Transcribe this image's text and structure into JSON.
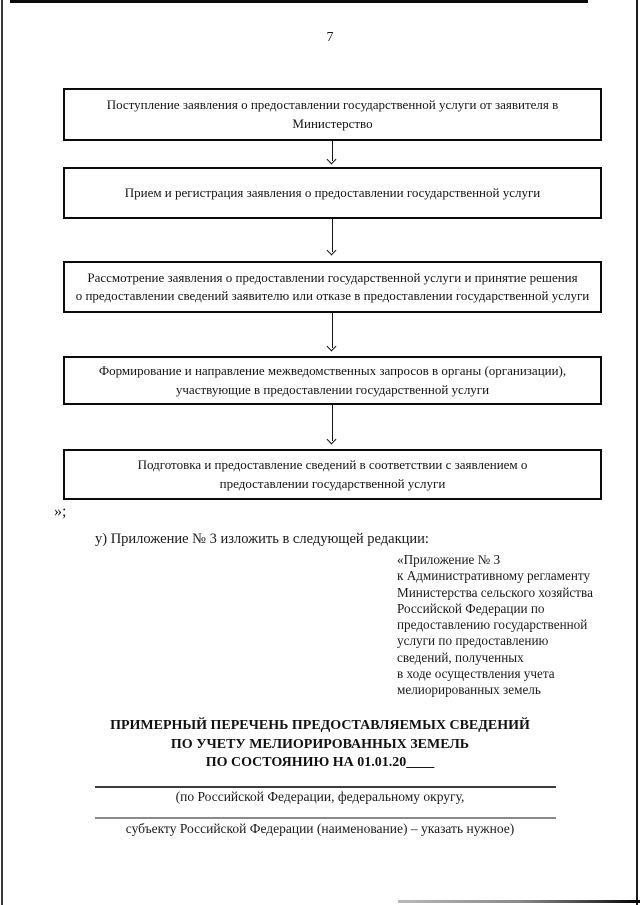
{
  "page": {
    "number": "7"
  },
  "flowchart": {
    "boxes": [
      {
        "lines": [
          "Поступление заявления о предоставлении государственной услуги от заявителя в",
          "Министерство"
        ]
      },
      {
        "lines": [
          "Прием и регистрация заявления о предоставлении государственной услуги"
        ]
      },
      {
        "lines": [
          "Рассмотрение заявления о предоставлении государственной услуги и принятие решения",
          "о предоставлении сведений заявителю или отказе в предоставлении государственной услуги"
        ]
      },
      {
        "lines": [
          "Формирование и направление межведомственных запросов в органы (организации),",
          "участвующие в предоставлении государственной услуги"
        ]
      },
      {
        "lines": [
          "Подготовка и предоставление сведений в соответствии с заявлением о",
          "предоставлении государственной услуги"
        ]
      }
    ]
  },
  "body_text": {
    "closing_quote": "»;",
    "amendment_item": "у) Приложение № 3 изложить в следующей редакции:"
  },
  "appendix_block": {
    "lines": [
      "«Приложение № 3",
      "к Административному регламенту",
      "Министерства сельского хозяйства",
      "Российской Федерации по",
      "предоставлению государственной",
      "услуги по предоставлению",
      "сведений, полученных",
      "в ходе осуществления учета",
      "мелиорированных земель"
    ]
  },
  "title": {
    "lines": [
      "ПРИМЕРНЫЙ ПЕРЕЧЕНЬ ПРЕДОСТАВЛЯЕМЫХ СВЕДЕНИЙ",
      "ПО УЧЕТУ МЕЛИОРИРОВАННЫХ ЗЕМЕЛЬ",
      "ПО СОСТОЯНИЮ НА 01.01.20____"
    ]
  },
  "form": {
    "caption_line1": "(по Российской Федерации, федеральному округу,",
    "caption_line2": "субъекту Российской Федерации (наименование) – указать нужное)"
  },
  "colors": {
    "ink": "#1a1a1a",
    "border": "#000000"
  }
}
